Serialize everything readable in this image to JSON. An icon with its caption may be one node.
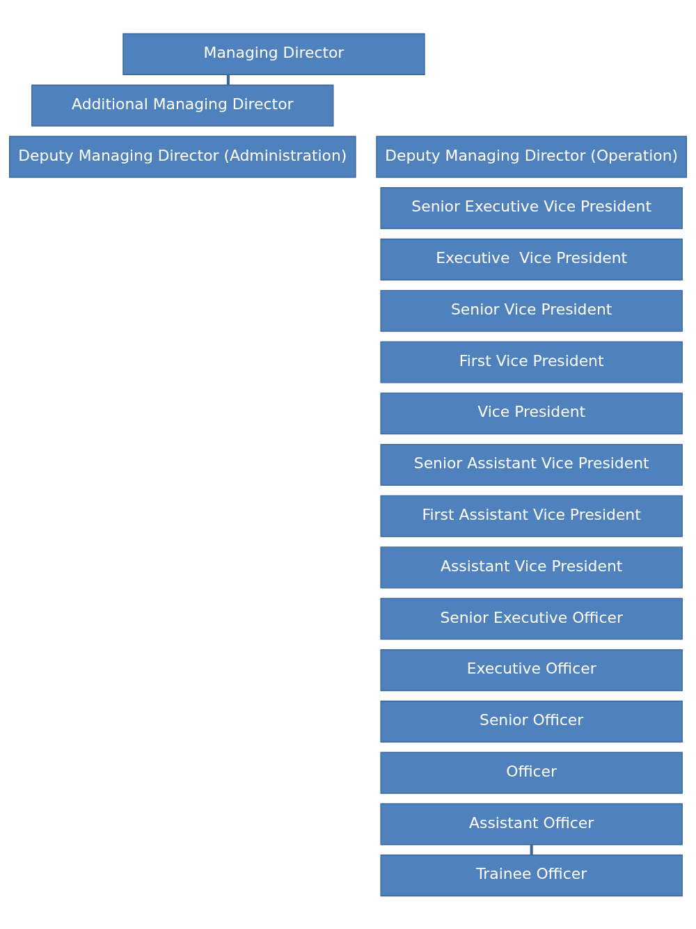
{
  "diagram": {
    "nodes": [
      {
        "text": [
          "Managing Director"
        ]
      },
      {
        "text": [
          "Additional Managing Director"
        ]
      },
      {
        "text": [
          "Deputy Managing Director (Administration)"
        ]
      },
      {
        "text": [
          "Deputy Managing Director (Operation)"
        ]
      },
      {
        "text": [
          "Senior Executive Vice President"
        ]
      },
      {
        "text": [
          "Executive  Vice President"
        ]
      },
      {
        "text": [
          "Senior Vice President"
        ]
      },
      {
        "text": [
          "First Vice President"
        ]
      },
      {
        "text": [
          "Vice President"
        ]
      },
      {
        "text": [
          "Senior Assistant Vice President"
        ]
      },
      {
        "text": [
          "First Assistant Vice President"
        ]
      },
      {
        "text": [
          "Assistant Vice President"
        ]
      },
      {
        "text": [
          "Senior Executive Officer"
        ]
      },
      {
        "text": [
          "Executive Officer"
        ]
      },
      {
        "text": [
          "Senior Officer"
        ]
      },
      {
        "text": [
          "Officer"
        ]
      },
      {
        "text": [
          "Assistant Officer"
        ]
      },
      {
        "text": [
          "Trainee Officer"
        ]
      }
    ],
    "edges": [
      {
        "from": 0,
        "to": 1,
        "arrow": "none"
      },
      {
        "from": 16,
        "to": 17,
        "arrow": "none"
      }
    ]
  }
}
